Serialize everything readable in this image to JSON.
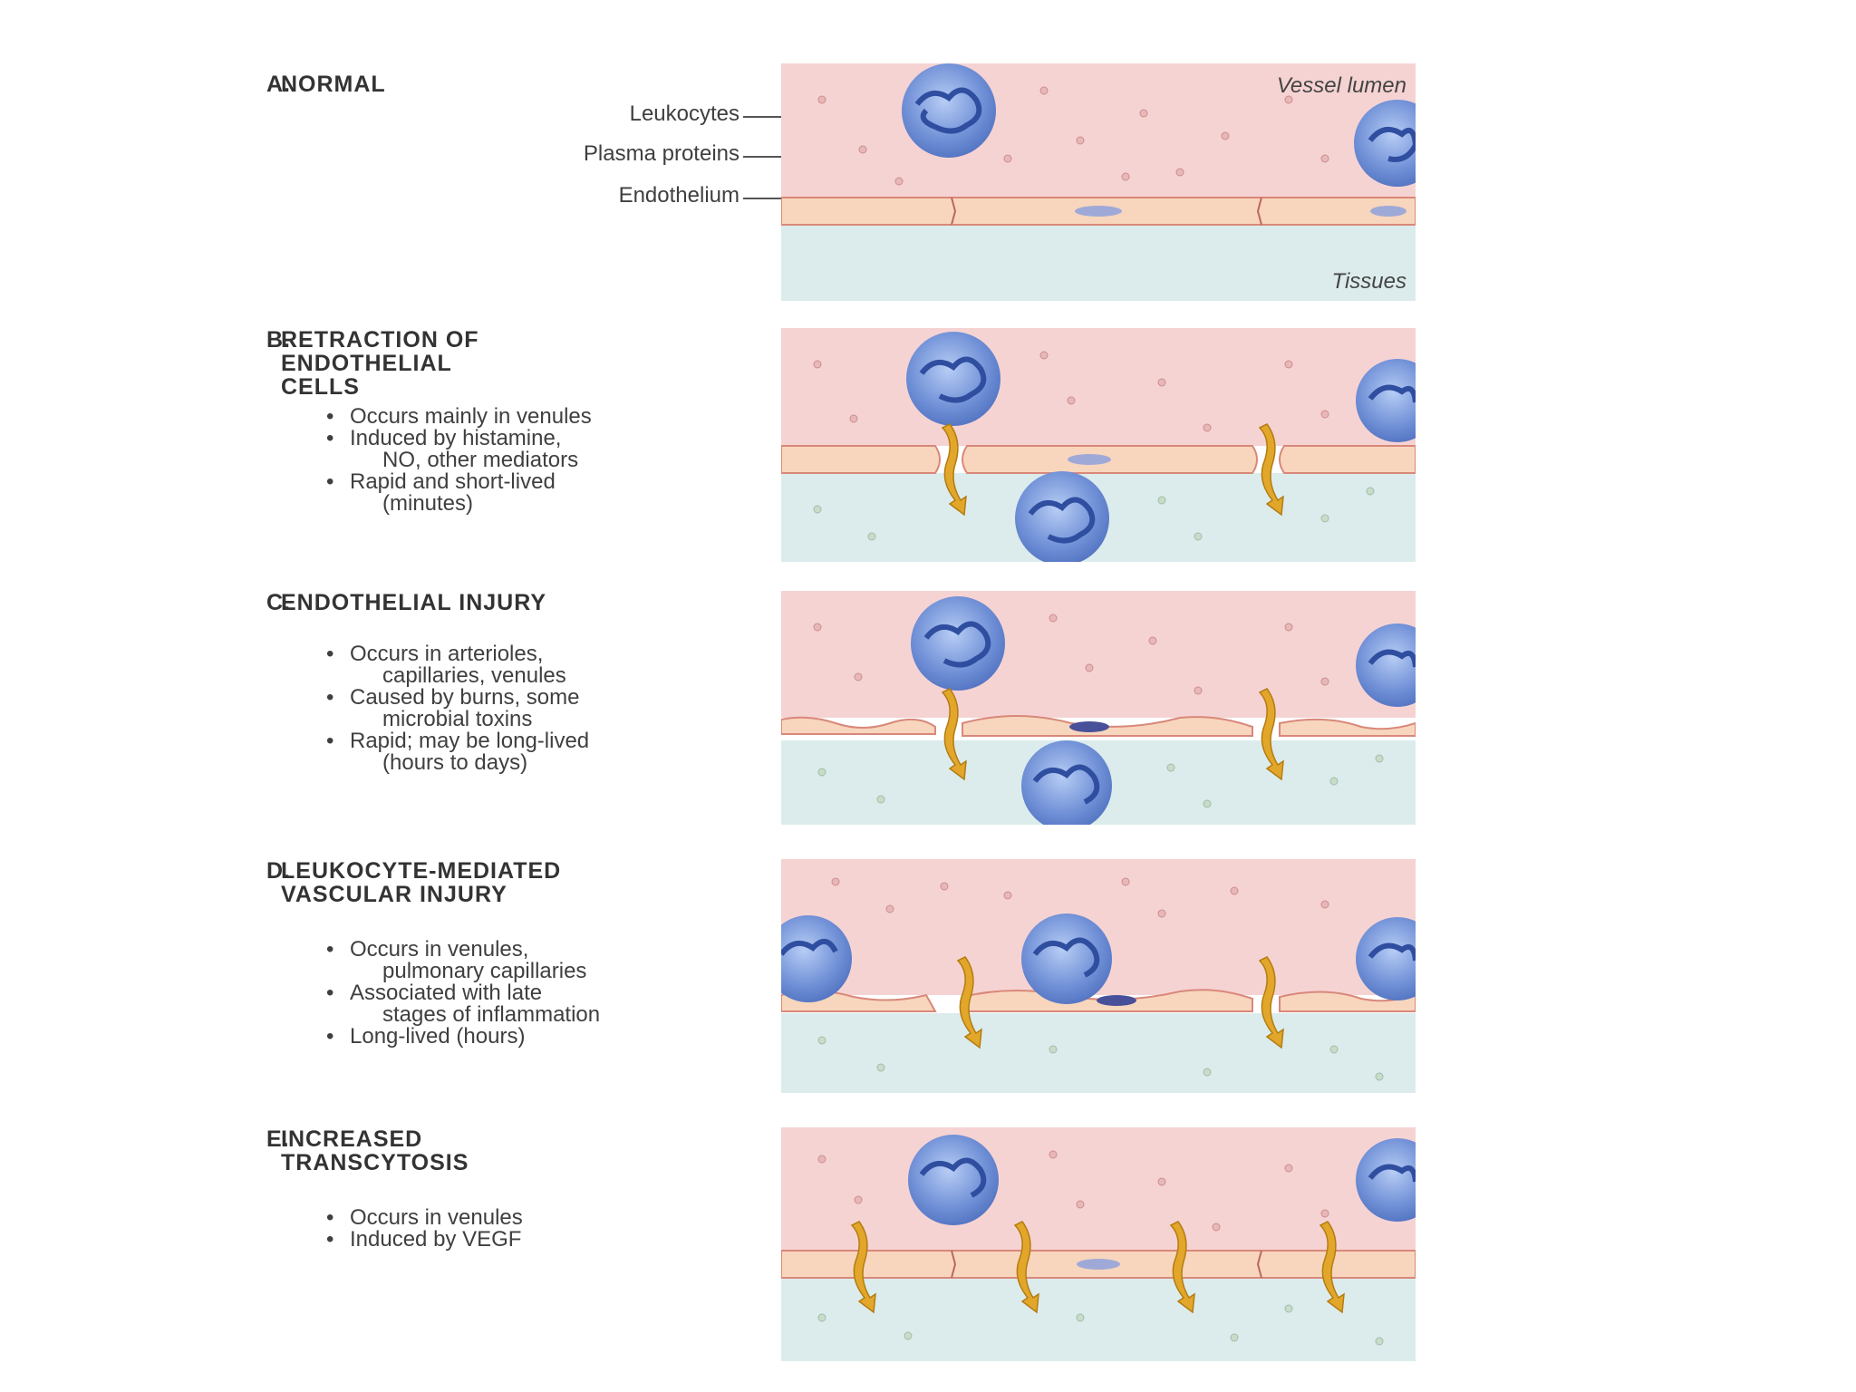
{
  "panels": [
    {
      "letter": "A.",
      "title_lines": [
        "NORMAL"
      ],
      "bullets": [],
      "labels": {
        "leukocytes": "Leukocytes",
        "plasma_proteins": "Plasma proteins",
        "endothelium": "Endothelium",
        "vessel_lumen": "Vessel lumen",
        "tissues": "Tissues"
      }
    },
    {
      "letter": "B.",
      "title_lines": [
        "RETRACTION OF",
        "ENDOTHELIAL",
        "CELLS"
      ],
      "bullets": [
        [
          "Occurs mainly in venules"
        ],
        [
          "Induced by histamine,",
          "NO, other mediators"
        ],
        [
          "Rapid and short-lived",
          "(minutes)"
        ]
      ]
    },
    {
      "letter": "C.",
      "title_lines": [
        "ENDOTHELIAL INJURY"
      ],
      "bullets": [
        [
          "Occurs in arterioles,",
          "capillaries, venules"
        ],
        [
          "Caused by burns, some",
          "microbial toxins"
        ],
        [
          "Rapid; may be long-lived",
          "(hours to days)"
        ]
      ]
    },
    {
      "letter": "D.",
      "title_lines": [
        "LEUKOCYTE-MEDIATED",
        "VASCULAR INJURY"
      ],
      "bullets": [
        [
          "Occurs in venules,",
          "pulmonary capillaries"
        ],
        [
          "Associated with late",
          "stages of inflammation"
        ],
        [
          "Long-lived (hours)"
        ]
      ]
    },
    {
      "letter": "E.",
      "title_lines": [
        "INCREASED",
        "TRANSCYTOSIS"
      ],
      "bullets": [
        [
          "Occurs in venules"
        ],
        [
          "Induced by VEGF"
        ]
      ]
    }
  ],
  "colors": {
    "lumen": "#f6d3d3",
    "tissue": "#dcecec",
    "endothelium": "#f7d6bd",
    "membrane": "#d9887a",
    "leukocyte": "#6f8fd6",
    "nucleus": "#2f4ea0",
    "arrow": "#e2a72a"
  }
}
